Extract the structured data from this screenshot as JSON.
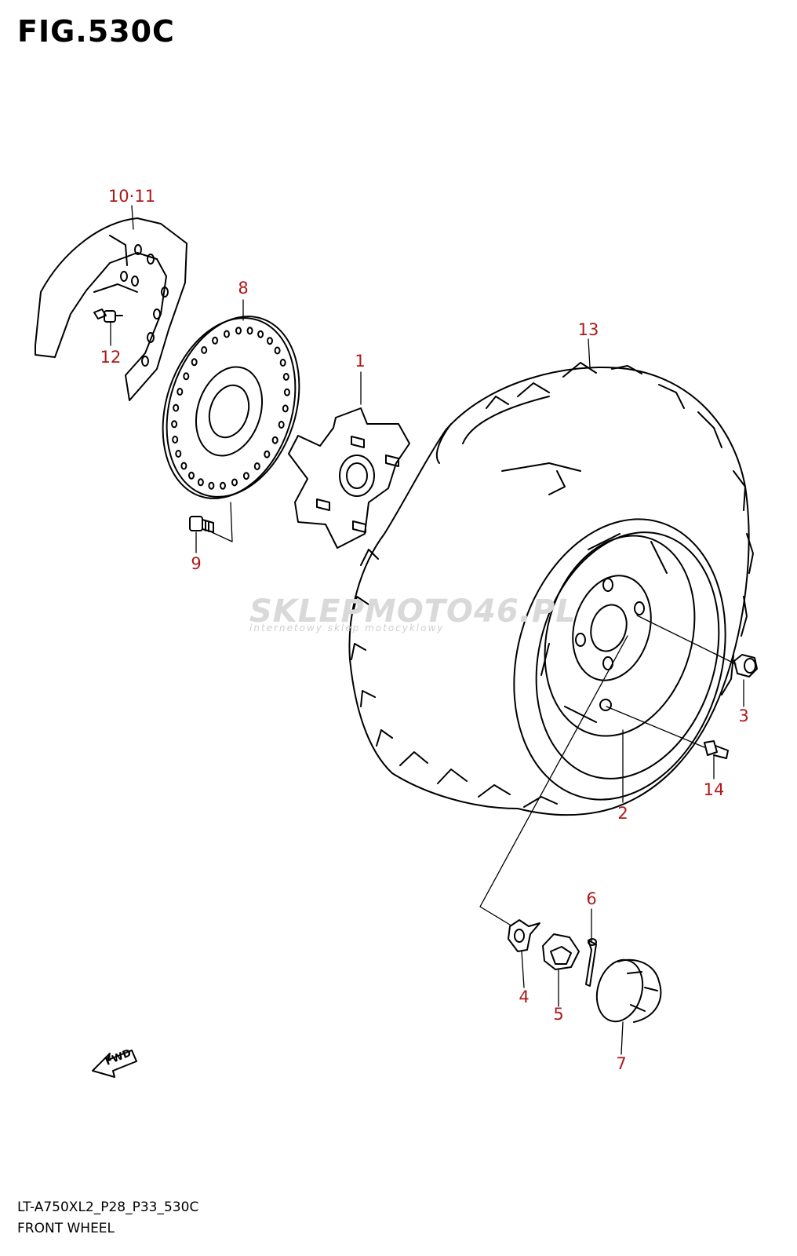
{
  "figure": {
    "title": "FIG.530C"
  },
  "footer": {
    "code": "LT-A750XL2_P28_P33_530C",
    "name": "FRONT WHEEL"
  },
  "watermark": {
    "main": "SKLEPMOTO46.PL",
    "sub": "internetowy sklep motocyklowy"
  },
  "direction_marker": {
    "label": "FWD"
  },
  "labels": {
    "p1": "1",
    "p2": "2",
    "p3": "3",
    "p4": "4",
    "p5": "5",
    "p6": "6",
    "p7": "7",
    "p8": "8",
    "p9": "9",
    "p10_11": "10·11",
    "p12": "12",
    "p13": "13",
    "p14": "14"
  },
  "colors": {
    "label": "#b01818",
    "line": "#000000",
    "watermark": "#d9d9d9"
  }
}
